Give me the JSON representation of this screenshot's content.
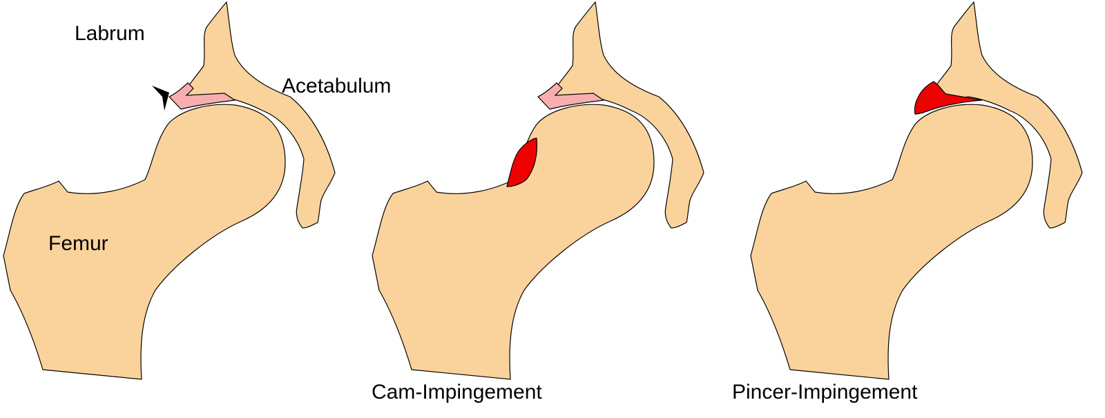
{
  "labels": {
    "labrum": "Labrum",
    "acetabulum": "Acetabulum",
    "femur": "Femur",
    "cam": "Cam-Impingement",
    "pincer": "Pincer-Impingement"
  },
  "colors": {
    "bone": "#fad39c",
    "labrum": "#f7aeae",
    "lesion": "#ee0000",
    "outline": "#000000",
    "background": "#ffffff"
  }
}
